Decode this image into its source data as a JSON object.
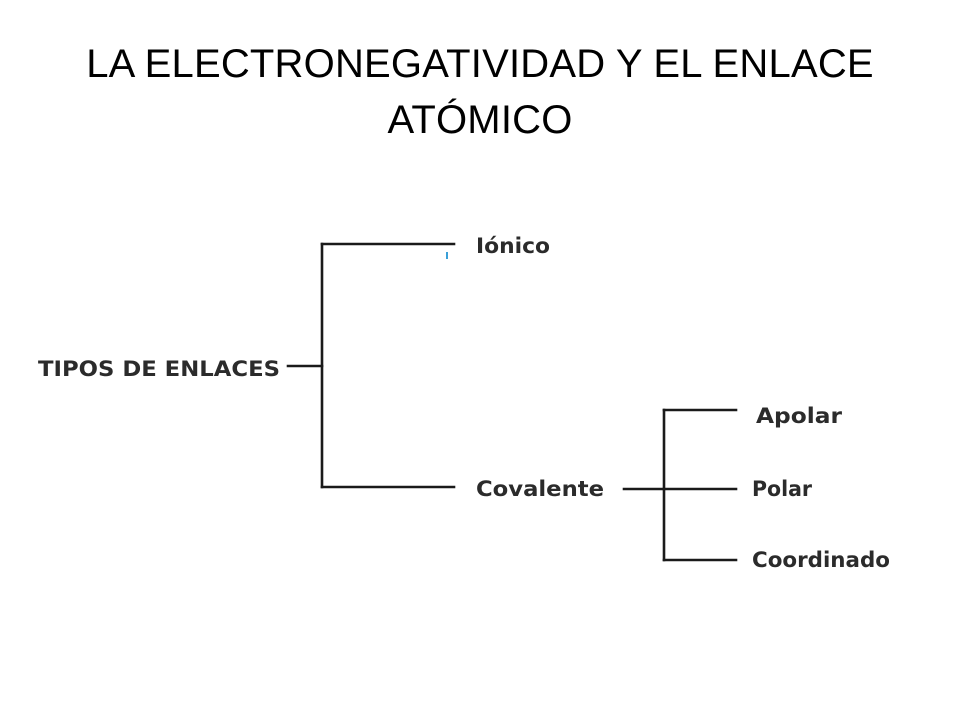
{
  "slide": {
    "title": "LA ELECTRONEGATIVIDAD Y EL ENLACE ATÓMICO"
  },
  "diagram": {
    "root": "TIPOS DE ENLACES",
    "children": [
      {
        "label": "Iónico",
        "children": []
      },
      {
        "label": "Covalente",
        "children": [
          {
            "label": "Apolar"
          },
          {
            "label": "Polar"
          },
          {
            "label": "Coordinado"
          }
        ]
      }
    ]
  }
}
